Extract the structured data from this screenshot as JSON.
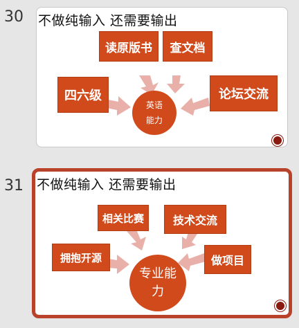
{
  "slides": [
    {
      "number": "30",
      "title": "不做纯输入 还需要输出",
      "center_line1": "英语",
      "center_line2": "能力",
      "boxes": [
        "读原版书",
        "查文档",
        "四六级",
        "论坛交流"
      ],
      "colors": {
        "box": "#d14a1c",
        "arrow": "#e8b0a8"
      }
    },
    {
      "number": "31",
      "title": "不做纯输入 还需要输出",
      "center_line1": "专业能",
      "center_line2": "力",
      "boxes": [
        "相关比赛",
        "技术交流",
        "拥抱开源",
        "做项目"
      ],
      "colors": {
        "selected_border": "#b8432a"
      }
    }
  ]
}
